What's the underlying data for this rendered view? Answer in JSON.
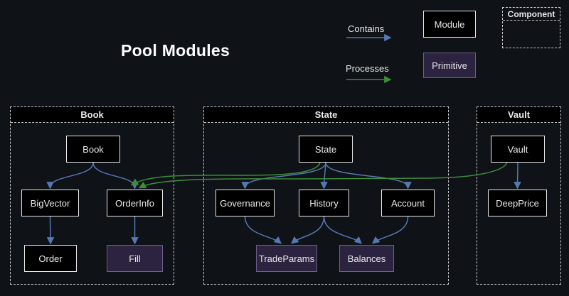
{
  "title": "Pool Modules",
  "legend": {
    "contains_label": "Contains",
    "processes_label": "Processes",
    "module_label": "Module",
    "primitive_label": "Primitive",
    "component_label": "Component"
  },
  "containers": {
    "book": {
      "label": "Book"
    },
    "state": {
      "label": "State"
    },
    "vault": {
      "label": "Vault"
    }
  },
  "nodes": {
    "book": {
      "label": "Book",
      "type": "module"
    },
    "bigvector": {
      "label": "BigVector",
      "type": "module"
    },
    "orderinfo": {
      "label": "OrderInfo",
      "type": "module"
    },
    "order": {
      "label": "Order",
      "type": "module"
    },
    "fill": {
      "label": "Fill",
      "type": "primitive"
    },
    "state": {
      "label": "State",
      "type": "module"
    },
    "governance": {
      "label": "Governance",
      "type": "module"
    },
    "history": {
      "label": "History",
      "type": "module"
    },
    "account": {
      "label": "Account",
      "type": "module"
    },
    "tradeparams": {
      "label": "TradeParams",
      "type": "primitive"
    },
    "balances": {
      "label": "Balances",
      "type": "primitive"
    },
    "vault": {
      "label": "Vault",
      "type": "module"
    },
    "deepprice": {
      "label": "DeepPrice",
      "type": "module"
    }
  },
  "edges": {
    "contains": [
      {
        "from": "Book",
        "to": "BigVector"
      },
      {
        "from": "Book",
        "to": "OrderInfo"
      },
      {
        "from": "BigVector",
        "to": "Order"
      },
      {
        "from": "OrderInfo",
        "to": "Fill"
      },
      {
        "from": "State",
        "to": "Governance"
      },
      {
        "from": "State",
        "to": "History"
      },
      {
        "from": "State",
        "to": "Account"
      },
      {
        "from": "Governance",
        "to": "TradeParams"
      },
      {
        "from": "History",
        "to": "TradeParams"
      },
      {
        "from": "History",
        "to": "Balances"
      },
      {
        "from": "Account",
        "to": "Balances"
      },
      {
        "from": "Vault",
        "to": "DeepPrice"
      }
    ],
    "processes": [
      {
        "from": "State",
        "to": "OrderInfo"
      },
      {
        "from": "Vault",
        "to": "OrderInfo"
      }
    ]
  },
  "colors": {
    "background": "#0f1216",
    "text": "#e8e8e8",
    "module_fill": "#000000",
    "module_border": "#e8e8e8",
    "primitive_fill": "#2c2340",
    "primitive_border": "#6c5f8d",
    "cluster_border": "#c9c9c9",
    "contains_arrow": "#5578b4",
    "processes_arrow": "#3c8c3c"
  }
}
